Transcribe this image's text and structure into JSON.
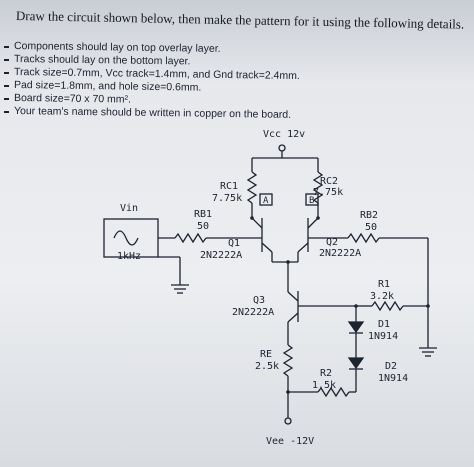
{
  "heading": "Draw the circuit shown below, then make the pattern for it using the following details.",
  "details": [
    "Components should lay on top overlay layer.",
    "Tracks should lay on the bottom layer.",
    "Track size=0.7mm, Vcc track=1.4mm, and Gnd track=2.4mm.",
    "Pad size=1.8mm, and hole size=0.6mm.",
    "Board size=70 x 70 mm².",
    "Your team's name should be written in copper on the board."
  ],
  "circuit": {
    "vcc": "Vcc 12v",
    "vee": "Vee -12V",
    "vin": "Vin",
    "source_freq": "1kHz",
    "rc1_name": "RC1",
    "rc1_value": "7.75k",
    "rc2_name": "RC2",
    "rc2_value": "7.75k",
    "probe_a": "A",
    "probe_b": "B",
    "rb1_name": "RB1",
    "rb1_value": "50",
    "rb2_name": "RB2",
    "rb2_value": "50",
    "q1_name": "Q1",
    "q1_part": "2N2222A",
    "q2_name": "Q2",
    "q2_part": "2N2222A",
    "q3_name": "Q3",
    "q3_part": "2N2222A",
    "r1_name": "R1",
    "r1_value": "3.2k",
    "d1_name": "D1",
    "d1_part": "1N914",
    "d2_name": "D2",
    "d2_part": "1N914",
    "re_name": "RE",
    "re_value": "2.5k",
    "r2_name": "R2",
    "r2_value": "1.5k"
  }
}
